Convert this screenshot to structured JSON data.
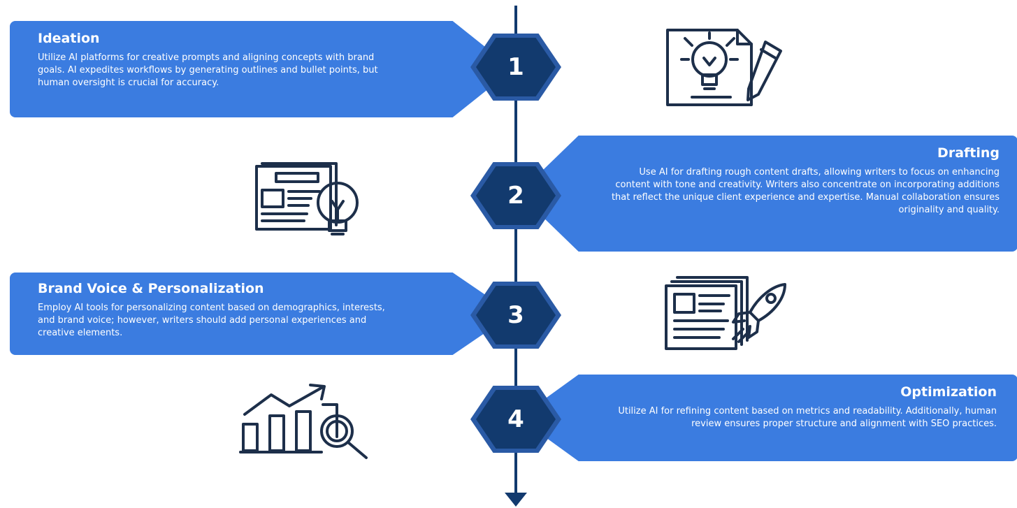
{
  "steps": [
    {
      "number": "1",
      "title": "Ideation",
      "text": "Utilize AI platforms for creative prompts and aligning concepts with brand goals. AI expedites workflows by generating outlines and bullet points, but human oversight is crucial for accuracy.",
      "icon": "document-lightbulb-pencil-icon"
    },
    {
      "number": "2",
      "title": "Drafting",
      "text": "Use AI for drafting rough content drafts, allowing writers to focus on enhancing content with tone and creativity. Writers also concentrate on incorporating additions that reflect the unique client experience and expertise. Manual collaboration ensures originality and quality.",
      "icon": "document-lightbulb-icon"
    },
    {
      "number": "3",
      "title": "Brand Voice & Personalization",
      "text": "Employ AI tools for personalizing content based on demographics, interests, and brand voice; however, writers should add personal experiences and creative elements.",
      "icon": "document-rocket-icon"
    },
    {
      "number": "4",
      "title": "Optimization",
      "text": "Utilize AI for refining content based on metrics and readability. Additionally, human review ensures proper structure and alignment with SEO practices.",
      "icon": "chart-magnifier-icon"
    }
  ],
  "colors": {
    "panel": "#3b7ce0",
    "hex_outer": "#2a5aa5",
    "hex_inner": "#123a6e",
    "axis": "#123a6e",
    "icon_stroke": "#1d2f4a"
  }
}
